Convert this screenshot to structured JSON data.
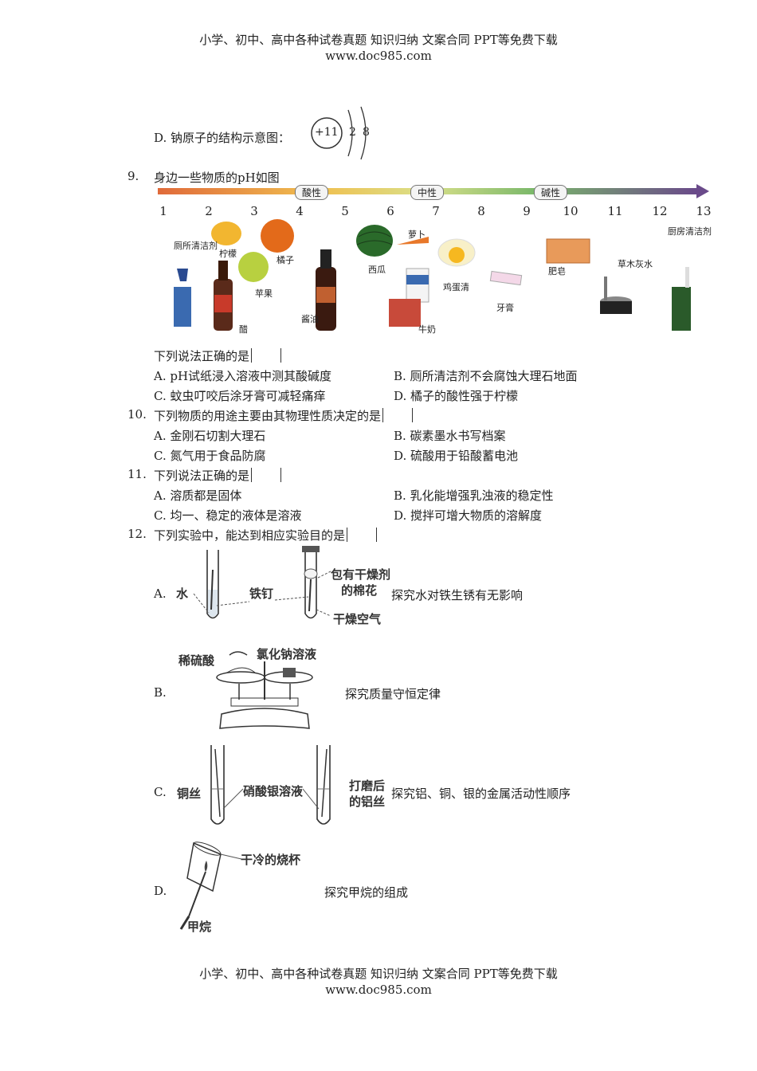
{
  "header": {
    "line1": "小学、初中、高中各种试卷真题 知识归纳 文案合同 PPT等免费下载",
    "line2": "www.doc985.com"
  },
  "footer": {
    "line1": "小学、初中、高中各种试卷真题 知识归纳 文案合同 PPT等免费下载",
    "line2": "www.doc985.com"
  },
  "q8d": {
    "text": "D.  钠原子的结构示意图：",
    "nucleus": "+11",
    "shell1": "2",
    "shell2": "8"
  },
  "q9": {
    "stem": "身边一些物质的pH如图",
    "num": "9.",
    "scale": {
      "ticks": [
        "1",
        "2",
        "3",
        "4",
        "5",
        "6",
        "7",
        "8",
        "9",
        "10",
        "11",
        "12",
        "13"
      ],
      "acid": "酸性",
      "neutral": "中性",
      "base": "碱性"
    },
    "items": {
      "toilet": "厕所清洁剂",
      "lemon": "柠檬",
      "orange": "橘子",
      "apple": "苹果",
      "vinegar": "醋",
      "soy": "酱油",
      "watermelon": "西瓜",
      "carrot": "萝卜",
      "milk": "牛奶",
      "egg": "鸡蛋清",
      "toothpaste": "牙膏",
      "soap": "肥皂",
      "ash": "草木灰水",
      "kitchen": "厨房清洁剂"
    },
    "ask": "下列说法正确的是",
    "A": "A.  pH试纸浸入溶液中测其酸碱度",
    "B": "B.  厕所清洁剂不会腐蚀大理石地面",
    "C": "C.  蚊虫叮咬后涂牙膏可减轻痛痒",
    "D": "D.  橘子的酸性强于柠檬"
  },
  "q10": {
    "num": "10.",
    "stem": "下列物质的用途主要由其物理性质决定的是",
    "A": "A.  金刚石切割大理石",
    "B": "B.  碳素墨水书写档案",
    "C": "C.  氮气用于食品防腐",
    "D": "D.  硫酸用于铅酸蓄电池"
  },
  "q11": {
    "num": "11.",
    "stem": "下列说法正确的是",
    "A": "A.  溶质都是固体",
    "B": "B.  乳化能增强乳浊液的稳定性",
    "C": "C.  均一、稳定的液体是溶液",
    "D": "D.  搅拌可增大物质的溶解度"
  },
  "q12": {
    "num": "12.",
    "stem": "下列实验中，能达到相应实验目的是",
    "A": {
      "letter": "A.",
      "water": "水",
      "nail": "铁钉",
      "cotton1": "包有干燥剂",
      "cotton2": "的棉花",
      "dryair": "干燥空气",
      "desc": "探究水对铁生锈有无影响"
    },
    "B": {
      "letter": "B.",
      "acid": "稀硫酸",
      "salt": "氯化钠溶液",
      "desc": "探究质量守恒定律"
    },
    "C": {
      "letter": "C.",
      "copper": "铜丝",
      "silver": "硝酸银溶液",
      "al1": "打磨后",
      "al2": "的铝丝",
      "desc": "探究铝、铜、银的金属活动性顺序"
    },
    "D": {
      "letter": "D.",
      "beaker": "干冷的烧杯",
      "methane": "甲烷",
      "desc": "探究甲烷的组成"
    }
  }
}
